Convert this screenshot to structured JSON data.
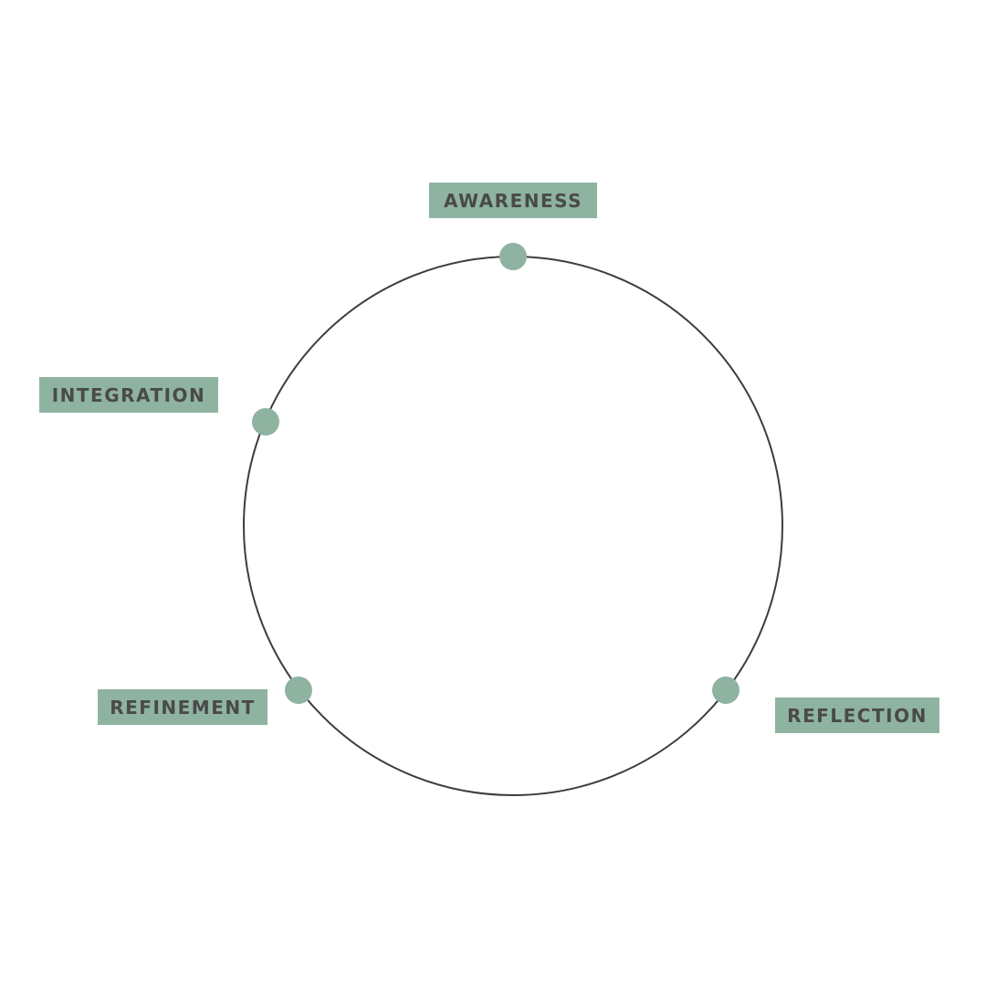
{
  "colors": {
    "accent": "#8fb3a1",
    "circle_stroke": "#3d3d3d",
    "label_text": "#4a4a4a",
    "background": "#ffffff"
  },
  "stages": {
    "awareness": "AWARENESS",
    "reflection": "REFLECTION",
    "refinement": "REFINEMENT",
    "integration": "INTEGRATION"
  }
}
